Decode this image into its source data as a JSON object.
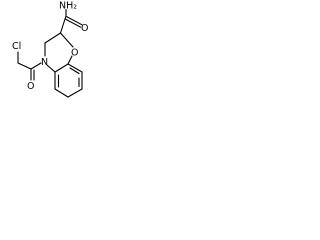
{
  "molecule": {
    "atom_labels": {
      "amide_group": "NH₂",
      "amide_oxygen": "O",
      "ring_oxygen": "O",
      "ring_nitrogen": "N",
      "acyl_oxygen": "O",
      "chlorine": "Cl"
    }
  }
}
